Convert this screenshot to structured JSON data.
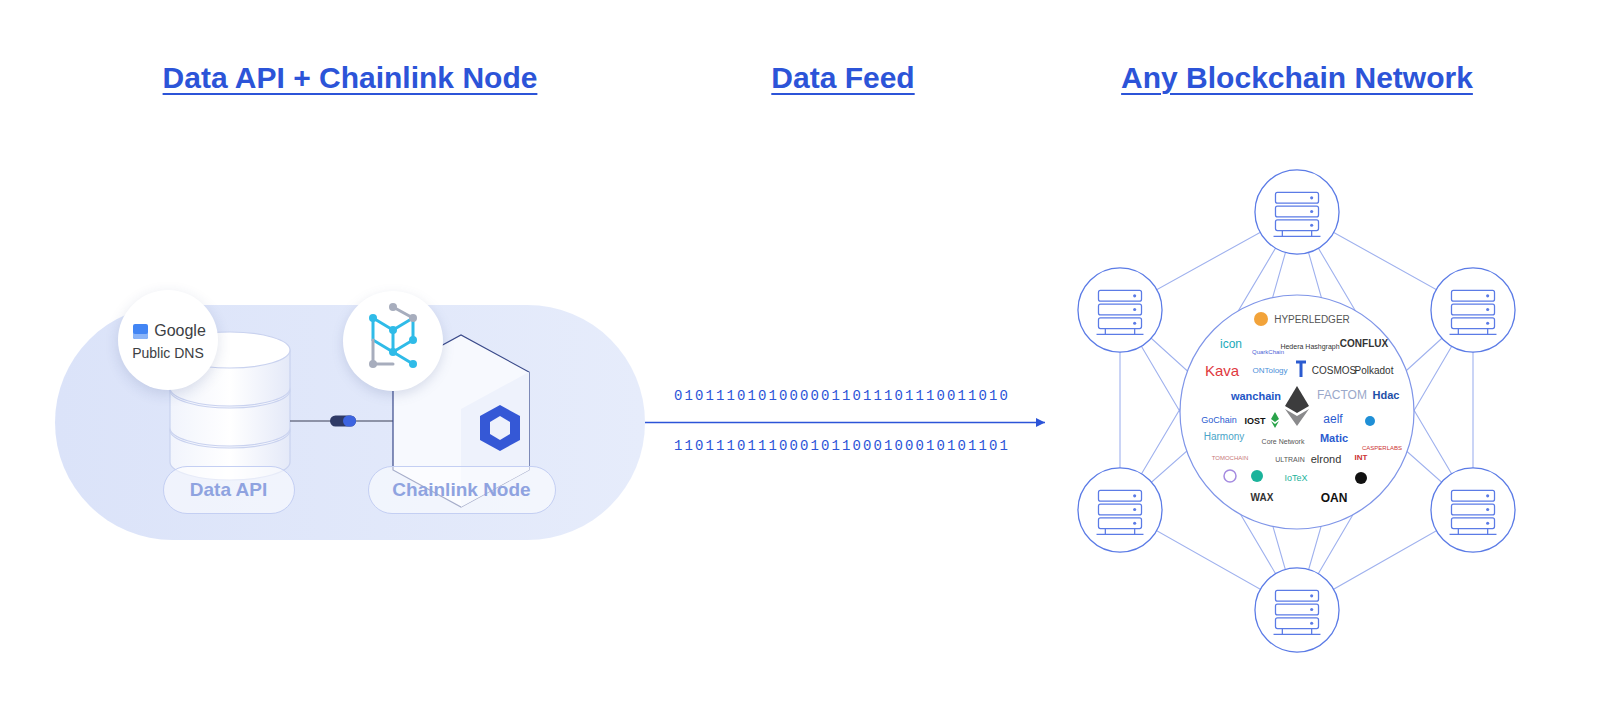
{
  "diagram": {
    "nodes": [
      {
        "text": [
          "Data API + Chainlink Node"
        ]
      },
      {
        "text": [
          "Google",
          "Public DNS"
        ],
        "in": 0
      },
      {
        "text": [
          "Data API"
        ],
        "in": 0
      },
      {
        "text": [
          "Chainlink Node"
        ],
        "in": 0
      },
      {
        "text": [
          "Any Blockchain Network"
        ]
      },
      {
        "text": [
          "HYPERLEDGER",
          "icon",
          "QuarkChain",
          "Hedera Hashgraph",
          "CONFLUX",
          "Kava",
          "ONTology",
          "COSMOS",
          "Polkadot",
          "wanchain",
          "FACTOM",
          "Hdac",
          "GoChain",
          "IOST",
          "aelf",
          "Harmony",
          "Core Network",
          "Matic",
          "CASPERLABS",
          "TOMOCHAIN",
          "ULTRAIN",
          "elrond",
          "INT",
          "IoTeX",
          "WAX",
          "OAN"
        ],
        "in": 4
      }
    ],
    "edges": [
      {
        "from": 0,
        "to": 4,
        "arrow": "to"
      }
    ],
    "labels": [
      "Data Feed",
      "01011101010000011011101110011010",
      "11011101110001011000100010101101"
    ]
  }
}
